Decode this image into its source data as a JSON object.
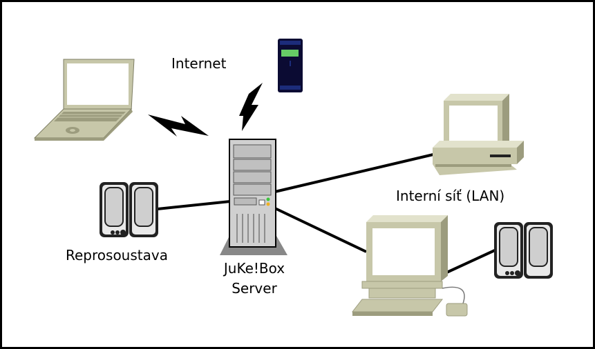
{
  "labels": {
    "internet": "Internet",
    "lan": "Interní síť (LAN)",
    "speakers": "Reprosoustava",
    "server_line1": "JuKe!Box",
    "server_line2": "Server"
  },
  "colors": {
    "device_body": "#c7c7a9",
    "device_shade": "#9c9c7e",
    "device_light": "#e2e2cc",
    "screen": "#ffffff",
    "server_body": "#d0d0d0",
    "remote_server": "#0b0b33",
    "remote_screen": "#66cc66",
    "link": "#000000"
  },
  "nodes": [
    {
      "id": "laptop",
      "icon": "laptop-icon"
    },
    {
      "id": "remote-server",
      "icon": "rack-server-icon"
    },
    {
      "id": "jukebox-server",
      "icon": "tower-server-icon"
    },
    {
      "id": "lan-desktop",
      "icon": "desktop-computer-icon"
    },
    {
      "id": "client-pc",
      "icon": "desktop-computer-icon"
    },
    {
      "id": "speakers-left",
      "icon": "speakers-icon"
    },
    {
      "id": "speakers-right",
      "icon": "speakers-icon"
    }
  ]
}
